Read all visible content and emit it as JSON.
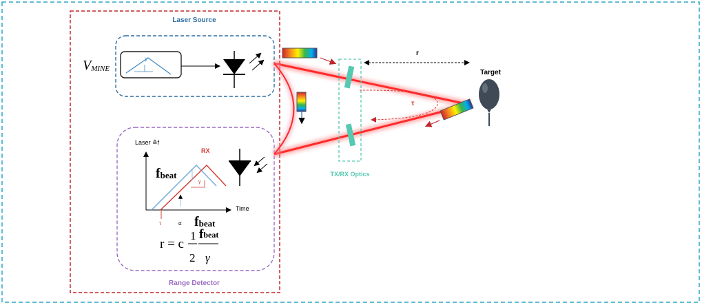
{
  "laser_source": {
    "title": "Laser Source",
    "input_label": "V",
    "input_subscript": "MINE",
    "ramp_symbol": "γ"
  },
  "range_detector": {
    "title": "Range Detector",
    "y_axis_label": "Laser ≙f",
    "x_axis_label": "Time",
    "rx_label": "RX",
    "fbeat_top": "f",
    "fbeat_top_sub": "beat",
    "fbeat_bottom": "f",
    "fbeat_bottom_sub": "beat",
    "slope_symbol": "γ",
    "tau_symbol": "τ",
    "alpha_symbol": "α",
    "formula": {
      "lhs": "r = c",
      "half_num": "1",
      "half_den": "2",
      "frac_num": "f",
      "frac_num_sub": "beat",
      "frac_den": "γ"
    }
  },
  "optics": {
    "label": "TX/RX Optics"
  },
  "range": {
    "label": "r"
  },
  "delay": {
    "label": "τ"
  },
  "target": {
    "label": "Target"
  },
  "colors": {
    "outer_border": "#2ea6c8",
    "laser_source_border": "#c0282d",
    "inner_blue_border": "#2f6fa3",
    "range_detector_border": "#9a6cc2",
    "beam": "#ff2b2b",
    "tx_signal": "#3c88c6",
    "rx_signal": "#d2392f",
    "optics": "#55c9b1",
    "balloon": "#3f4a56"
  }
}
